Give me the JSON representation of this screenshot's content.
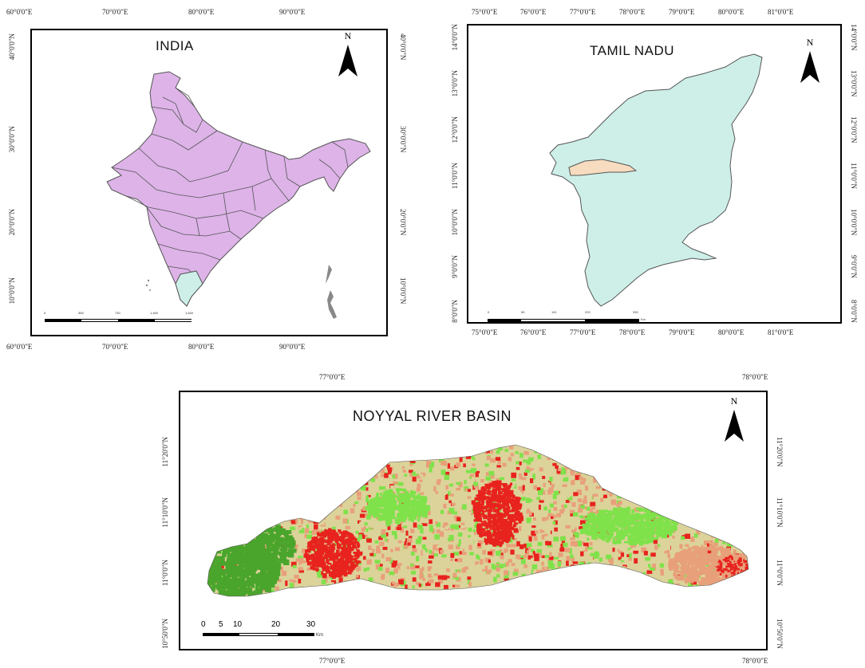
{
  "india": {
    "title": "INDIA",
    "north": "N",
    "top_ticks": [
      "60°0'0\"E",
      "70°0'0\"E",
      "80°0'0\"E",
      "90°0'0\"E"
    ],
    "bottom_ticks": [
      "60°0'0\"E",
      "70°0'0\"E",
      "80°0'0\"E",
      "90°0'0\"E"
    ],
    "left_ticks": [
      "40°0'0\"N",
      "30°0'0\"N",
      "20°0'0\"N",
      "10°0'0\"N"
    ],
    "right_ticks": [
      "40°0'0\"N",
      "30°0'0\"N",
      "20°0'0\"N",
      "10°0'0\"N"
    ],
    "scale_ticks": [
      "0",
      "365",
      "730",
      "1,460",
      "1,640"
    ],
    "colors": {
      "states": "#ddb3e8",
      "tamil_nadu": "#cdefe8",
      "border": "#555555"
    }
  },
  "tamil_nadu": {
    "title": "TAMIL NADU",
    "north": "N",
    "top_ticks": [
      "75°0'0\"E",
      "76°0'0\"E",
      "77°0'0\"E",
      "78°0'0\"E",
      "79°0'0\"E",
      "80°0'0\"E",
      "81°0'0\"E"
    ],
    "bottom_ticks": [
      "75°0'0\"E",
      "76°0'0\"E",
      "77°0'0\"E",
      "78°0'0\"E",
      "79°0'0\"E",
      "80°0'0\"E",
      "81°0'0\"E"
    ],
    "left_ticks": [
      "14°0'0\"N",
      "13°0'0\"N",
      "12°0'0\"N",
      "11°0'0\"N",
      "10°0'0\"N",
      "9°0'0\"N",
      "8°0'0\"N"
    ],
    "right_ticks": [
      "14°0'0\"N",
      "13°0'0\"N",
      "12°0'0\"N",
      "11°0'0\"N",
      "10°0'0\"N",
      "9°0'0\"N",
      "8°0'0\"N"
    ],
    "scale_ticks": [
      "0",
      "55",
      "110",
      "220",
      "330"
    ],
    "scale_unit": "Km",
    "colors": {
      "state": "#cdefe8",
      "basin": "#f7dcc0",
      "border": "#555555"
    }
  },
  "noyyal": {
    "title": "NOYYAL RIVER BASIN",
    "north": "N",
    "top_ticks": [
      "77°0'0\"E",
      "78°0'0\"E"
    ],
    "bottom_ticks": [
      "77°0'0\"E",
      "78°0'0\"E"
    ],
    "left_ticks": [
      "11°20'0\"N",
      "11°10'0\"N",
      "11°0'0\"N",
      "10°50'0\"N"
    ],
    "right_ticks": [
      "11°20'0\"N",
      "11°10'0\"N",
      "11°0'0\"N",
      "10°50'0\"N"
    ],
    "scale_ticks": [
      "0",
      "5",
      "10",
      "20",
      "30"
    ],
    "scale_unit": "Km",
    "colors": {
      "red": "#e8231e",
      "salmon": "#e8a07a",
      "light_green": "#7fe24a",
      "dark_green": "#4aa52c",
      "pale": "#dcd39a"
    }
  }
}
